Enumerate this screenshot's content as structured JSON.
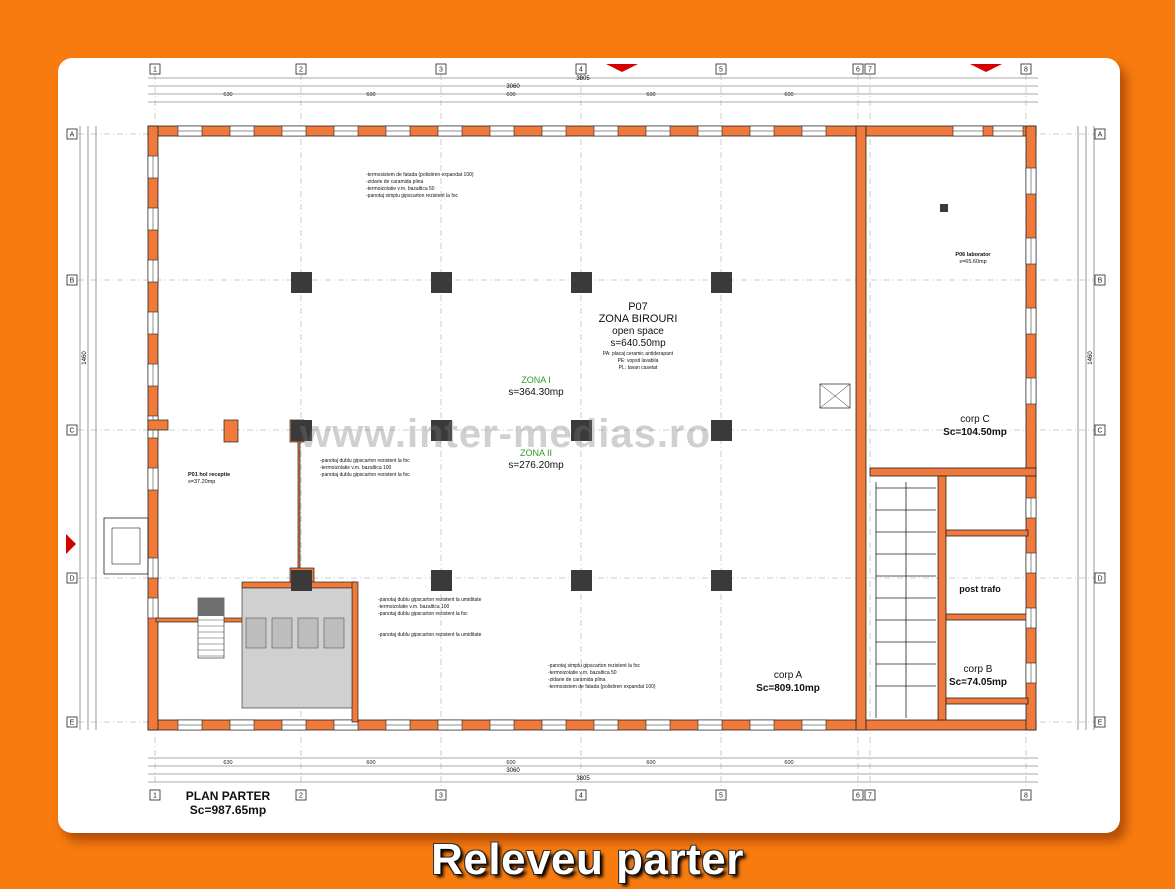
{
  "caption": "Releveu parter",
  "watermark": "www.inter-medias.ro",
  "plan": {
    "title": "PLAN PARTER",
    "total_area": "Sc=987.65mp"
  },
  "grid": {
    "columns": [
      "1",
      "2",
      "3",
      "4",
      "5",
      "6",
      "7",
      "8"
    ],
    "rows": [
      "A",
      "B",
      "C",
      "D",
      "E"
    ]
  },
  "dimensions": {
    "top_total": "3805",
    "top_sub": "3060",
    "top_bays": [
      "630",
      "600",
      "600",
      "600",
      "600"
    ],
    "bottom_total": "3805",
    "bottom_sub": "3060",
    "bottom_bays": [
      "630",
      "600",
      "600",
      "600",
      "600"
    ],
    "right_total": "1460",
    "left_total": "1460"
  },
  "rooms": {
    "p07": {
      "code": "P07",
      "name": "ZONA BIROURI",
      "sub": "open space",
      "area": "s=640.50mp",
      "finish1": "PA: placaj ceramic antiderapant",
      "finish2": "PE: vopsit lavabila",
      "finish3": "PL: tavan casetat"
    },
    "zone1": {
      "name": "ZONA I",
      "area": "s=364.30mp"
    },
    "zone2": {
      "name": "ZONA II",
      "area": "s=276.20mp"
    },
    "corp_a": {
      "name": "corp A",
      "area": "Sc=809.10mp"
    },
    "corp_b": {
      "name": "corp B",
      "area": "Sc=74.05mp"
    },
    "corp_c": {
      "name": "corp C",
      "area": "Sc=104.50mp"
    },
    "post_trafo": {
      "name": "post trafo"
    },
    "p01": {
      "code": "P01 hol receptie",
      "area": "s=37.20mp"
    },
    "p06": {
      "code": "P06 laborator",
      "area": "s=65.60mp"
    }
  },
  "notes": {
    "wall_top": [
      "-termosistem de fatada (polistiren expandat 100)",
      "-zidarie de caramida plina",
      "-termoizolatie v.m. bazaltica 50",
      "-panotaj simplu gipscarton rezistent la foc"
    ],
    "wall_mid": [
      "-panotaj dublu gipscarton rezistent la foc",
      "-termoizolatie v.m. bazaltica 100",
      "-panotaj dublu gipscarton rezistent la foc"
    ],
    "wall_wc": [
      "-panotaj dublu gipscarton rezistent la umiditate",
      "-termoizolatie v.m. bazaltica 100",
      "-panotaj dublu gipscarton rezistent la foc",
      "-panotaj dublu gipscarton rezistent la umiditate"
    ],
    "wall_bottom": [
      "-panotaj simplu gipscarton rezistent la foc",
      "-termoizolatie v.m. bazaltica 50",
      "-zidarie de caramida plina",
      "-termosistem de fatada (polistiren expandat 100)"
    ]
  },
  "colors": {
    "background": "#f77b0f",
    "wall": "#ef7a3c",
    "line": "#222222",
    "zone_text": "#2f9a2f"
  }
}
